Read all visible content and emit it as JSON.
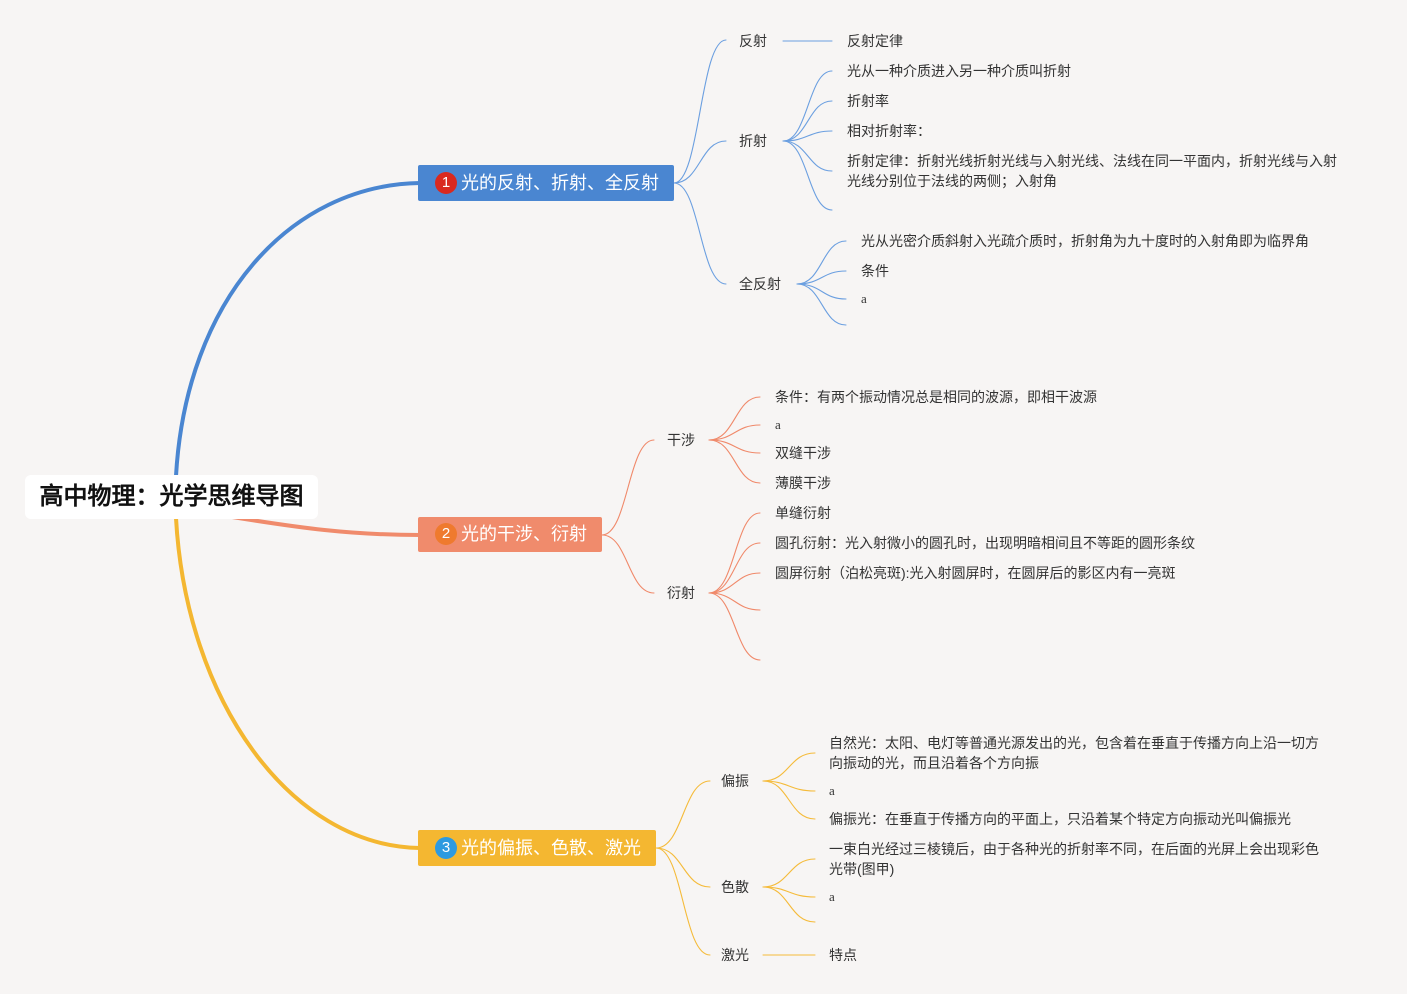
{
  "root": {
    "title": "高中物理：光学思维导图"
  },
  "colors": {
    "background": "#f7f5f4",
    "root_box": "#ffffff",
    "root_text": "#111111",
    "text": "#333333",
    "branch_1": "#4a86d1",
    "branch_2": "#f08b6c",
    "branch_3": "#f4b731",
    "badge_1": "#d9291f",
    "badge_2": "#ef7a2e",
    "badge_3": "#2d9ae0",
    "connector_1": "#6b9fe0",
    "connector_2": "#f0896a",
    "connector_3": "#f5bb3a"
  },
  "branches": [
    {
      "number": "1",
      "label": "光的反射、折射、全反射",
      "topics": [
        {
          "label": "反射",
          "leaves": [
            {
              "text": "反射定律"
            }
          ]
        },
        {
          "label": "折射",
          "leaves": [
            {
              "text": "光从一种介质进入另一种介质叫折射"
            },
            {
              "text": "折射率"
            },
            {
              "text": "相对折射率："
            },
            {
              "lines": [
                "折射定律：折射光线折射光线与入射光线、法线在同一平面内，折射光线与入射",
                "光线分别位于法线的两侧；入射角"
              ]
            }
          ]
        },
        {
          "label": "全反射",
          "leaves": [
            {
              "text": "光从光密介质斜射入光疏介质时，折射角为九十度时的入射角即为临界角"
            },
            {
              "text": "条件"
            },
            {
              "text": "a"
            }
          ]
        }
      ]
    },
    {
      "number": "2",
      "label": "光的干涉、衍射",
      "topics": [
        {
          "label": "干涉",
          "leaves": [
            {
              "text": "条件：有两个振动情况总是相同的波源，即相干波源"
            },
            {
              "text": "a"
            },
            {
              "text": "双缝干涉"
            },
            {
              "text": "薄膜干涉"
            }
          ]
        },
        {
          "label": "衍射",
          "leaves": [
            {
              "text": "单缝衍射"
            },
            {
              "text": "圆孔衍射：光入射微小的圆孔时，出现明暗相间且不等距的圆形条纹"
            },
            {
              "text": "圆屏衍射（泊松亮斑):光入射圆屏时，在圆屏后的影区内有一亮斑"
            }
          ]
        }
      ]
    },
    {
      "number": "3",
      "label": "光的偏振、色散、激光",
      "topics": [
        {
          "label": "偏振",
          "leaves": [
            {
              "lines": [
                "自然光：太阳、电灯等普通光源发出的光，包含着在垂直于传播方向上沿一切方",
                "向振动的光，而且沿着各个方向振"
              ]
            },
            {
              "text": "a"
            },
            {
              "text": "偏振光：在垂直于传播方向的平面上，只沿着某个特定方向振动光叫偏振光"
            }
          ]
        },
        {
          "label": "色散",
          "leaves": [
            {
              "lines": [
                "一束白光经过三棱镜后，由于各种光的折射率不同，在后面的光屏上会出现彩色",
                "光带(图甲)"
              ]
            },
            {
              "text": "a"
            }
          ]
        },
        {
          "label": "激光",
          "leaves": [
            {
              "text": "特点"
            }
          ]
        }
      ]
    }
  ]
}
